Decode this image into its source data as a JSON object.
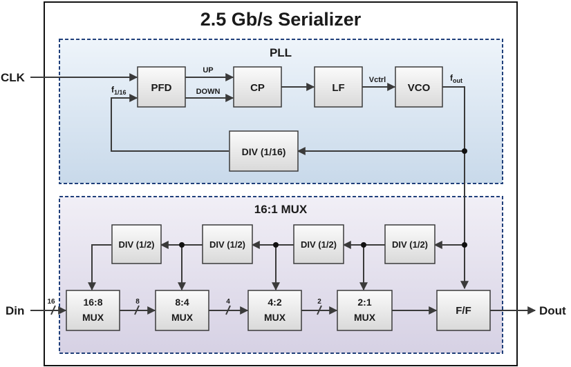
{
  "title": "2.5 Gb/s Serializer",
  "colors": {
    "pll_bg_top": "#eef4fa",
    "pll_bg_bottom": "#c8d9ea",
    "mux_bg_top": "#f1eff6",
    "mux_bg_bottom": "#d6d1e4",
    "dash_border": "#1f3f7a",
    "block_fill_top": "#fbfbfb",
    "block_fill_bottom": "#d9d9d9"
  },
  "pll": {
    "section_label": "PLL",
    "blocks": {
      "pfd": "PFD",
      "cp": "CP",
      "lf": "LF",
      "vco": "VCO",
      "div16": "DIV (1/16)"
    },
    "signals": {
      "up": "UP",
      "down": "DOWN",
      "vctrl": "Vctrl",
      "fout_main": "f",
      "fout_sub": "out",
      "f116_main": "f",
      "f116_sub": "1/16"
    }
  },
  "mux": {
    "section_label": "16:1 MUX",
    "dividers": [
      "DIV (1/2)",
      "DIV (1/2)",
      "DIV (1/2)",
      "DIV (1/2)"
    ],
    "mux_blocks": [
      {
        "line1": "16:8",
        "line2": "MUX"
      },
      {
        "line1": "8:4",
        "line2": "MUX"
      },
      {
        "line1": "4:2",
        "line2": "MUX"
      },
      {
        "line1": "2:1",
        "line2": "MUX"
      }
    ],
    "ff": "F/F",
    "bus_widths": [
      "16",
      "8",
      "4",
      "2"
    ]
  },
  "io": {
    "clk": "CLK",
    "din": "Din",
    "dout": "Dout"
  }
}
